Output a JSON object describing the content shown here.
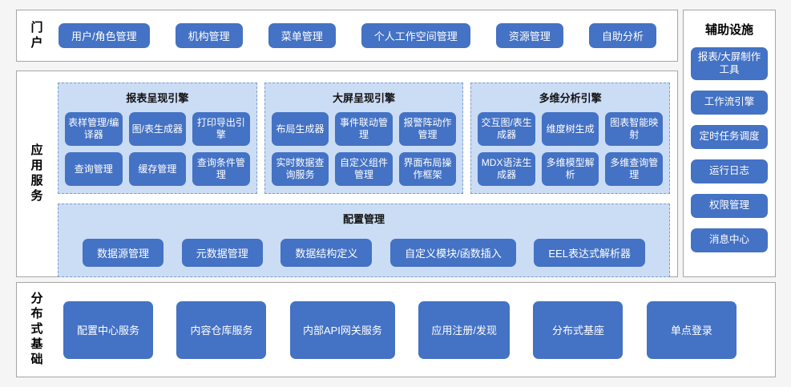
{
  "colors": {
    "node_blue": "#4472C4",
    "panel_blue": "#CBDCF5",
    "panel_border": "#7E9CC9",
    "section_border": "#A6A6A6"
  },
  "portal": {
    "label": "门户",
    "items": [
      "用户/角色管理",
      "机构管理",
      "菜单管理",
      "个人工作空间管理",
      "资源管理",
      "自助分析"
    ]
  },
  "app_services": {
    "label": "应用服务",
    "engines": [
      {
        "title": "报表呈现引擎",
        "items": [
          "表样管理/编译器",
          "图/表生成器",
          "打印导出引擎",
          "查询管理",
          "缓存管理",
          "查询条件管理"
        ]
      },
      {
        "title": "大屏呈现引擎",
        "items": [
          "布局生成器",
          "事件联动管理",
          "报警阵动作管理",
          "实时数据查询服务",
          "自定义组件管理",
          "界面布局操作框架"
        ]
      },
      {
        "title": "多维分析引擎",
        "items": [
          "交互图/表生成器",
          "维度树生成",
          "图表智能映射",
          "MDX语法生成器",
          "多维模型解析",
          "多维查询管理"
        ]
      }
    ],
    "config": {
      "title": "配置管理",
      "items": [
        "数据源管理",
        "元数据管理",
        "数据结构定义",
        "自定义模块/函数插入",
        "EEL表达式解析器"
      ]
    }
  },
  "distributed": {
    "label": "分布式基础",
    "items": [
      "配置中心服务",
      "内容仓库服务",
      "内部API网关服务",
      "应用注册/发现",
      "分布式基座",
      "单点登录"
    ]
  },
  "auxiliary": {
    "title": "辅助设施",
    "items": [
      "报表/大屏制作工具",
      "工作流引擎",
      "定时任务调度",
      "运行日志",
      "权限管理",
      "消息中心"
    ]
  }
}
